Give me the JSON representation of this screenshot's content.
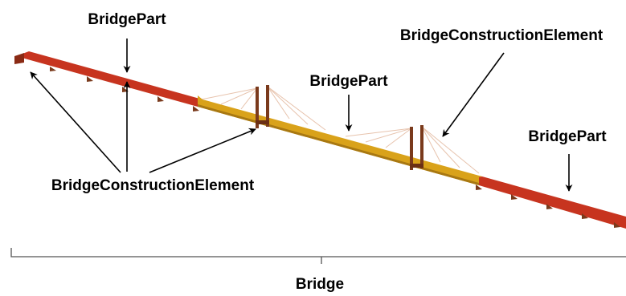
{
  "labels": {
    "part_left": "BridgePart",
    "part_middle": "BridgePart",
    "part_right": "BridgePart",
    "element_top_right": "BridgeConstructionElement",
    "element_bottom_left": "BridgeConstructionElement",
    "bridge": "Bridge"
  },
  "colors": {
    "deck_end_spans": "#c7341f",
    "deck_center_span": "#d9a21a",
    "pylon": "#7a3a1c",
    "stay_cables": "#e7c3ad",
    "pier_marks": "#7a3a1c",
    "arrows": "#000000",
    "labels": "#000000"
  },
  "icons": {
    "pointer": "arrow-icon"
  }
}
